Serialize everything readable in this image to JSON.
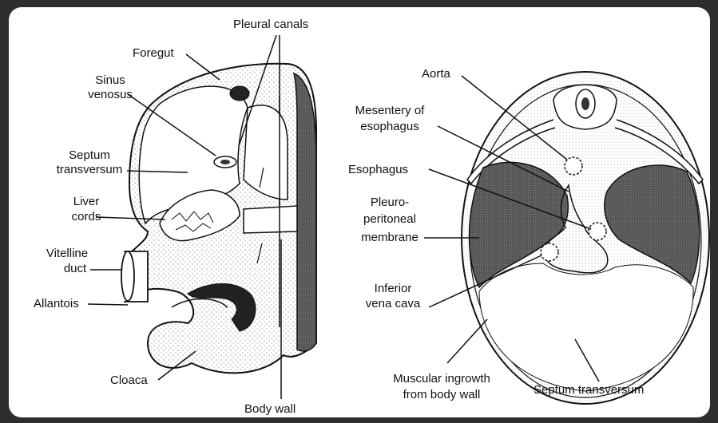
{
  "left_diagram": {
    "labels": {
      "pleural_canals": "Pleural canals",
      "foregut": "Foregut",
      "sinus_1": "Sinus",
      "sinus_2": "venosus",
      "septum_1": "Septum",
      "septum_2": "transversum",
      "liver_1": "Liver",
      "liver_2": "cords",
      "vitelline_1": "Vitelline",
      "vitelline_2": "duct",
      "allantois": "Allantois",
      "cloaca": "Cloaca",
      "body_wall": "Body wall"
    }
  },
  "right_diagram": {
    "labels": {
      "aorta": "Aorta",
      "mesentery_1": "Mesentery of",
      "mesentery_2": "esophagus",
      "esophagus": "Esophagus",
      "pleuro_1": "Pleuro-",
      "pleuro_2": "peritoneal",
      "pleuro_3": "membrane",
      "ivc_1": "Inferior",
      "ivc_2": "vena cava",
      "muscular_1": "Muscular ingrowth",
      "muscular_2": "from body wall",
      "septum": "Septum transversum"
    }
  },
  "colors": {
    "background": "#2e2e2e",
    "panel": "#ffffff",
    "ink": "#111111"
  }
}
